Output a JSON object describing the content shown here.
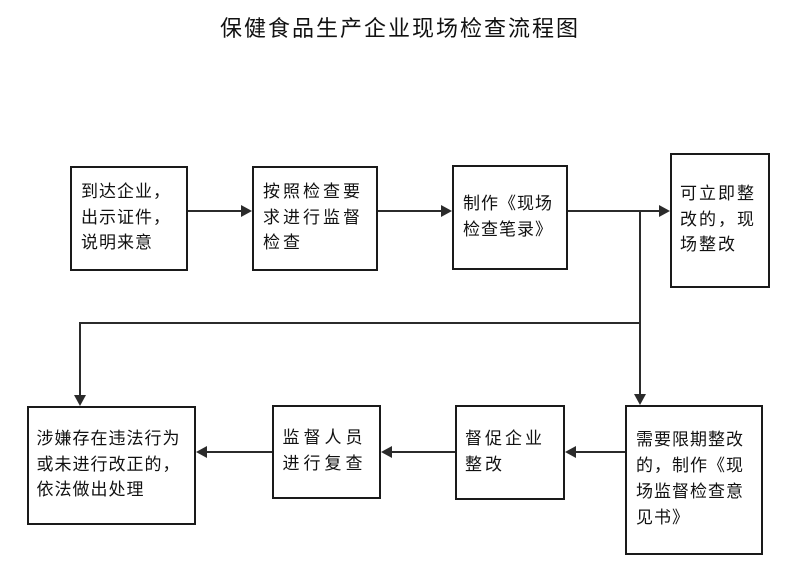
{
  "title": "保健食品生产企业现场检查流程图",
  "diagram": {
    "type": "flowchart",
    "orientation": "horizontal-serpentine",
    "nodes": [
      {
        "id": "n1",
        "label": "到达企业，出示证件，说明来意",
        "row": "top",
        "order": 1
      },
      {
        "id": "n2",
        "label": "按照检查要求进行监督检查",
        "row": "top",
        "order": 2
      },
      {
        "id": "n3",
        "label": "制作《现场检查笔录》",
        "row": "top",
        "order": 3
      },
      {
        "id": "n4",
        "label": "可立即整改的，现场整改",
        "row": "top",
        "order": 4
      },
      {
        "id": "n5",
        "label": "需要限期整改的，制作《现场监督检查意见书》",
        "row": "bottom",
        "order": 5
      },
      {
        "id": "n5b",
        "label": "督促企业整改",
        "row": "bottom",
        "order": 6
      },
      {
        "id": "n6",
        "label": "监督人员进行复查",
        "row": "bottom",
        "order": 7
      },
      {
        "id": "n7",
        "label": "涉嫌存在违法行为或未进行改正的，依法做出处理",
        "row": "bottom",
        "order": 8
      }
    ],
    "edges": [
      {
        "from": "n1",
        "to": "n2",
        "direction": "right"
      },
      {
        "from": "n2",
        "to": "n3",
        "direction": "right"
      },
      {
        "from": "n3",
        "to": "n4",
        "direction": "right"
      },
      {
        "from": "n3",
        "to": "n5",
        "direction": "down",
        "note": "branch from the n3→n4 connector down into n5"
      },
      {
        "from": "n5",
        "to": "n5b",
        "direction": "left"
      },
      {
        "from": "n5b",
        "to": "n6",
        "direction": "left"
      },
      {
        "from": "n6",
        "to": "n7",
        "direction": "left"
      },
      {
        "from": "n4",
        "to": "n7",
        "direction": "left-then-down",
        "note": "line leaves branch column, runs left, turns down into n7"
      }
    ],
    "colors": {
      "stroke": "#1a1a1a",
      "connector": "#2b2b2b",
      "background": "#ffffff",
      "text": "#111111"
    }
  }
}
